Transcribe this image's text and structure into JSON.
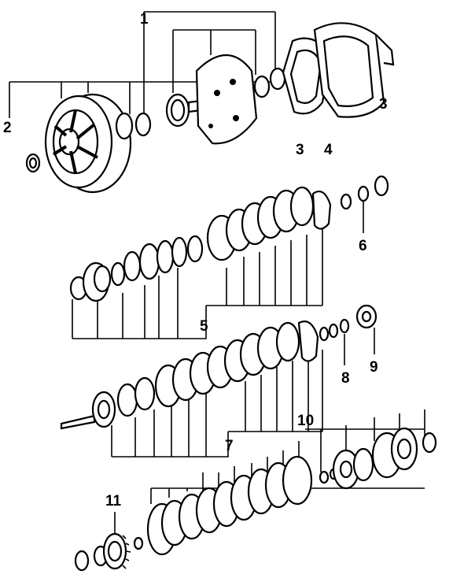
{
  "callouts": [
    {
      "id": "1",
      "label": "1"
    },
    {
      "id": "2",
      "label": "2"
    },
    {
      "id": "3a",
      "label": "3"
    },
    {
      "id": "3b",
      "label": "3"
    },
    {
      "id": "4",
      "label": "4"
    },
    {
      "id": "5",
      "label": "5"
    },
    {
      "id": "6",
      "label": "6"
    },
    {
      "id": "7",
      "label": "7"
    },
    {
      "id": "8",
      "label": "8"
    },
    {
      "id": "9",
      "label": "9"
    },
    {
      "id": "10",
      "label": "10"
    },
    {
      "id": "11",
      "label": "11"
    }
  ]
}
